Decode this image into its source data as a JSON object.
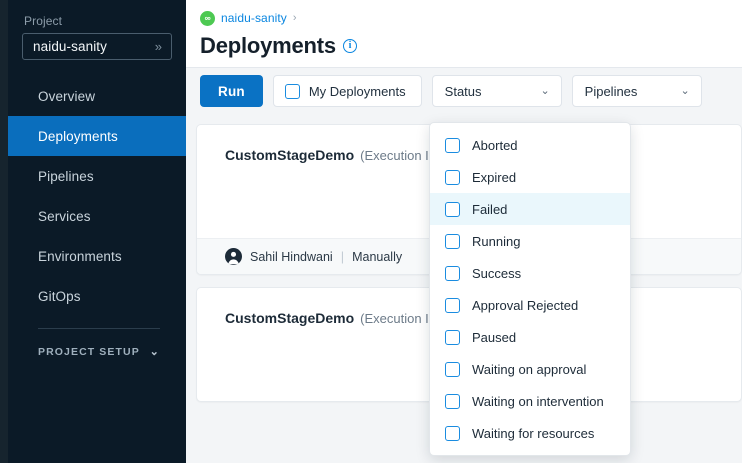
{
  "sidebar": {
    "project_label": "Project",
    "project_name": "naidu-sanity",
    "expand_glyph": "»",
    "items": [
      {
        "label": "Overview",
        "active": false
      },
      {
        "label": "Deployments",
        "active": true
      },
      {
        "label": "Pipelines",
        "active": false
      },
      {
        "label": "Services",
        "active": false
      },
      {
        "label": "Environments",
        "active": false
      },
      {
        "label": "GitOps",
        "active": false
      }
    ],
    "section_label": "PROJECT SETUP",
    "section_caret": "⌄"
  },
  "header": {
    "breadcrumb_project": "naidu-sanity",
    "breadcrumb_separator": "›",
    "title": "Deployments",
    "info_glyph": "i"
  },
  "toolbar": {
    "run_label": "Run",
    "my_deployments_label": "My Deployments",
    "my_deployments_checked": false,
    "status_label": "Status",
    "pipelines_label": "Pipelines",
    "caret": "⌄"
  },
  "status_menu": {
    "open": true,
    "options": [
      {
        "label": "Aborted",
        "checked": false,
        "hovered": false
      },
      {
        "label": "Expired",
        "checked": false,
        "hovered": false
      },
      {
        "label": "Failed",
        "checked": false,
        "hovered": true
      },
      {
        "label": "Running",
        "checked": false,
        "hovered": false
      },
      {
        "label": "Success",
        "checked": false,
        "hovered": false
      },
      {
        "label": "Approval Rejected",
        "checked": false,
        "hovered": false
      },
      {
        "label": "Paused",
        "checked": false,
        "hovered": false
      },
      {
        "label": "Waiting on approval",
        "checked": false,
        "hovered": false
      },
      {
        "label": "Waiting on intervention",
        "checked": false,
        "hovered": false
      },
      {
        "label": "Waiting for resources",
        "checked": false,
        "hovered": false
      }
    ]
  },
  "deployments": [
    {
      "name": "CustomStageDemo",
      "execution_id": "(Execution Id",
      "user": "Sahil Hindwani",
      "divider": "|",
      "trigger": "Manually",
      "has_footer": true
    },
    {
      "name": "CustomStageDemo",
      "execution_id": "(Execution Id",
      "user": "",
      "divider": "",
      "trigger": "",
      "has_footer": false
    }
  ],
  "colors": {
    "accent_blue": "#0a72c4",
    "nav_active": "#0a6ebd",
    "sidebar_bg": "#0b1a27",
    "link_blue": "#0a86e0",
    "cd_green": "#4dc952",
    "hover_blue": "#eaf7fc"
  }
}
